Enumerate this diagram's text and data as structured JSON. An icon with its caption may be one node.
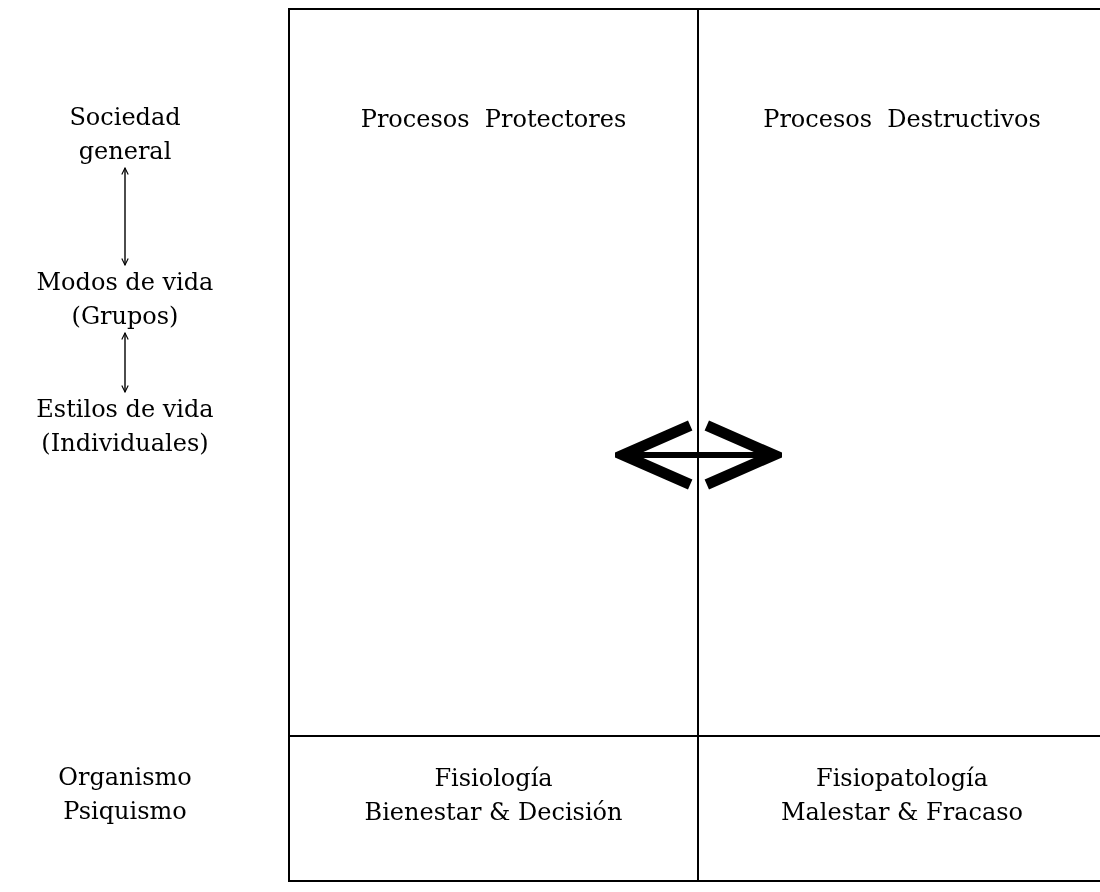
{
  "diagram": {
    "nodes": [
      {
        "text": [
          "Sociedad general"
        ]
      },
      {
        "text": [
          "Modos de vida (Grupos)"
        ]
      },
      {
        "text": [
          "Estilos de vida (Individuales)"
        ]
      },
      {
        "text": [
          "Procesos  Protectores"
        ]
      },
      {
        "text": [
          "Procesos  Destructivos"
        ]
      },
      {
        "text": [
          "Fisiología",
          "Bienestar & Decisión"
        ]
      },
      {
        "text": [
          "Fisiopatología",
          "Malestar & Fracaso"
        ]
      }
    ],
    "edges": [
      {
        "from": 0,
        "to": 1,
        "arrow": "both"
      },
      {
        "from": 1,
        "to": 2,
        "arrow": "both"
      },
      {
        "from": 3,
        "to": 4,
        "arrow": "both",
        "style": "thick"
      }
    ],
    "labels": [
      "Organismo Psiquismo"
    ]
  }
}
